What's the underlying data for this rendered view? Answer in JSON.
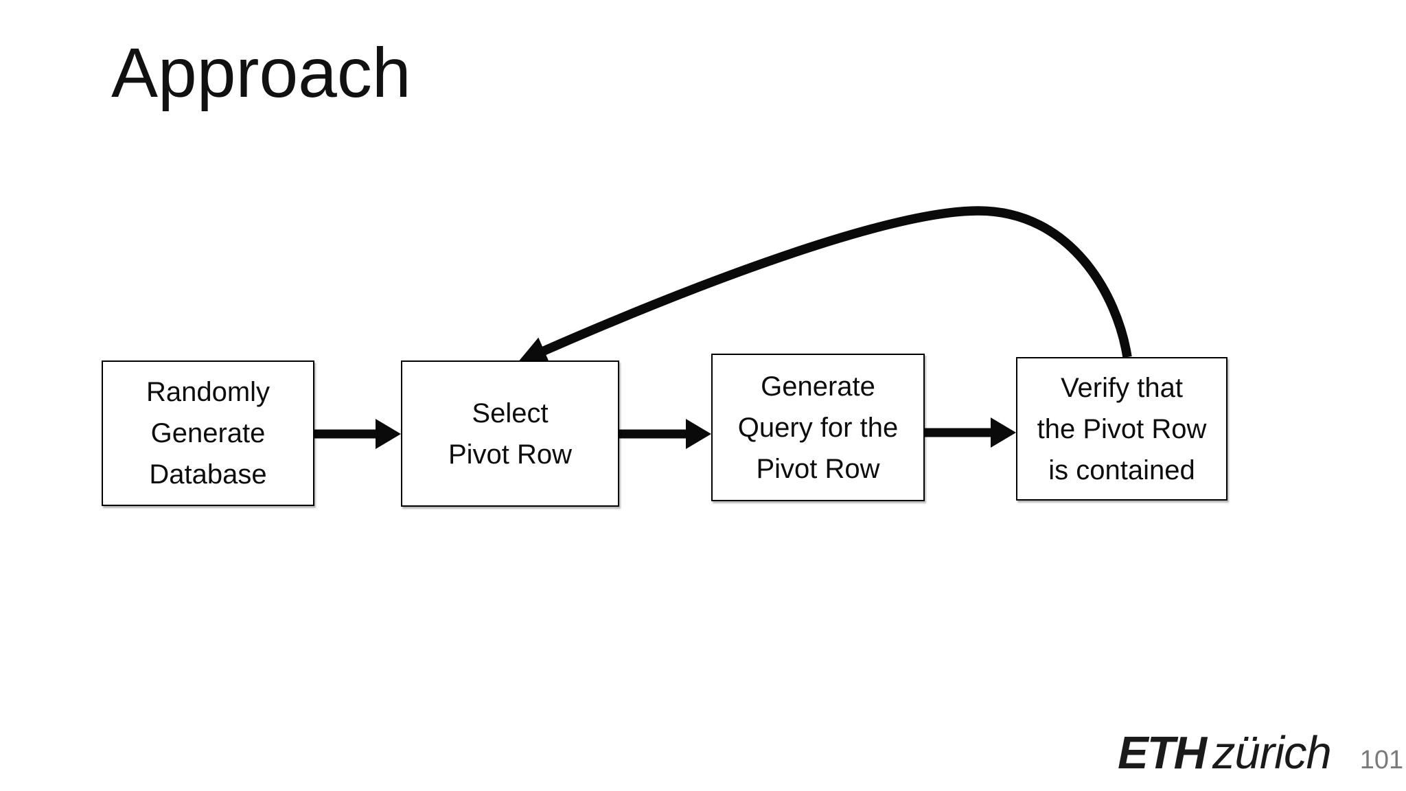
{
  "slide": {
    "title": "Approach",
    "page_number": "101"
  },
  "flowchart": {
    "boxes": [
      {
        "id": "randomly-generate-database",
        "label": "Randomly\nGenerate\nDatabase"
      },
      {
        "id": "select-pivot-row",
        "label": "Select\nPivot Row"
      },
      {
        "id": "generate-query-for-pivot-row",
        "label": "Generate\nQuery for the\nPivot Row"
      },
      {
        "id": "verify-pivot-row-contained",
        "label": "Verify that\nthe Pivot Row\nis contained"
      }
    ],
    "arrows": [
      {
        "from": "randomly-generate-database",
        "to": "select-pivot-row",
        "type": "straight"
      },
      {
        "from": "select-pivot-row",
        "to": "generate-query-for-pivot-row",
        "type": "straight"
      },
      {
        "from": "generate-query-for-pivot-row",
        "to": "verify-pivot-row-contained",
        "type": "straight"
      },
      {
        "from": "verify-pivot-row-contained",
        "to": "select-pivot-row",
        "type": "loop-back-curve"
      }
    ]
  },
  "logo": {
    "brand": "ETH",
    "city": "zürich"
  },
  "colors": {
    "ink": "#0a0a0a",
    "background": "#ffffff",
    "page_number_gray": "#7a7a7a"
  }
}
